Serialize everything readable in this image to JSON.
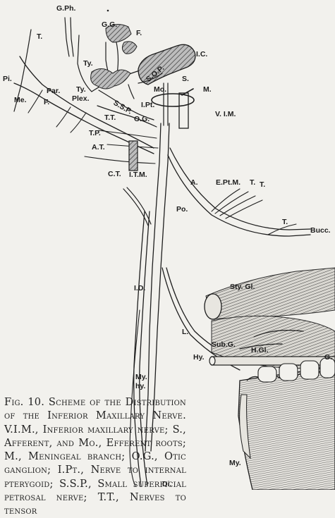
{
  "labels": {
    "gph": "G.Ph.",
    "gg": "G.G.",
    "f_top": "F.",
    "t_left": "T.",
    "ty": "Ty.",
    "ic": "I.C.",
    "sop": "S.O.P.",
    "pi": "Pi.",
    "par": "Par.",
    "ty_plex": "Ty.",
    "plex": "Plex.",
    "me": "Me.",
    "f_mid": "F.",
    "mo": "Mo.",
    "s": "S.",
    "m": "M.",
    "ipt": "I.Pt.",
    "ssp": "S.S.P.",
    "tt": "T.T.",
    "og": "O.G.",
    "vim": "V. I.M.",
    "tp": "T.P.",
    "at": "A.T.",
    "itm": "I.T.M.",
    "ct": "C.T.",
    "a": "A.",
    "ept": "E.Pt.M.",
    "t1": "T.",
    "t2": "T.",
    "po": "Po.",
    "t_bucc": "T.",
    "bucc": "Bucc.",
    "id": "I.D.",
    "styg": "Sty. Gl.",
    "l": "L.",
    "subg": "Sub.G.",
    "hg": "H.Gl.",
    "hy": "Hy.",
    "g": "G.",
    "my_hy_1": "My.",
    "my_hy_2": "hy.",
    "my": "My.",
    "di": "Di."
  },
  "caption": "Fig. 10. Scheme of the Distribution of the Inferior Maxillary Nerve. V.I.M., Inferior maxillary nerve; S., Afferent, and Mo., Efferent roots; M., Meningeal branch; O.G., Otic ganglion; I.Pt., Nerve to internal pterygoid; S.S.P., Small superficial petrosal nerve; T.T., Nerves to tensor"
}
